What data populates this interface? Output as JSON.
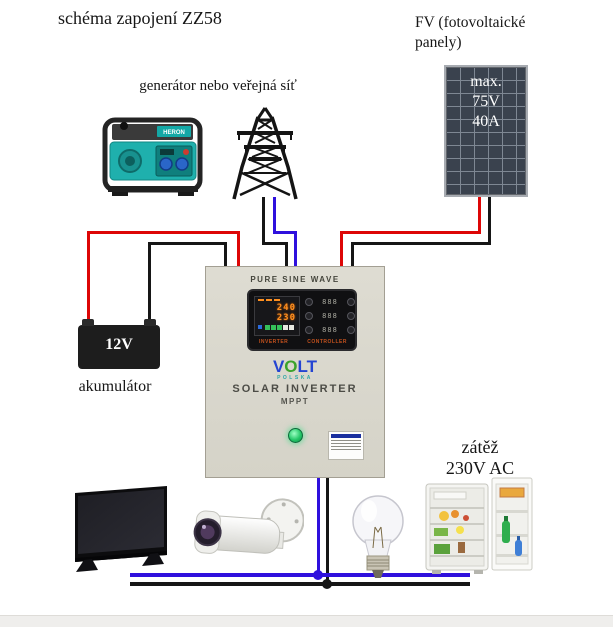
{
  "title": "schéma zapojení ZZ58",
  "source_labels": {
    "generator_caption": "generátor nebo veřejná síť",
    "pv_caption_line1": "FV (fotovoltaické",
    "pv_caption_line2": "panely)",
    "generator_brand": "HERON"
  },
  "solar_panel": {
    "line1": "max.",
    "line2": "75V",
    "line3": "40A"
  },
  "battery": {
    "voltage": "12V",
    "caption": "akumulátor"
  },
  "load": {
    "line1": "zátěž",
    "line2": "230V AC"
  },
  "inverter": {
    "header": "PURE SINE WAVE",
    "display": {
      "inverter_value_top": "240",
      "inverter_value_bottom": "230",
      "controller_rows": [
        "888",
        "888",
        "888"
      ],
      "inverter_label": "INVERTER",
      "controller_label": "CONTROLLER"
    },
    "brand": {
      "v": "V",
      "o": "O",
      "lt": "LT",
      "sub": "POLSKA"
    },
    "product_line1": "SOLAR INVERTER",
    "product_line2": "MPPT"
  },
  "colors": {
    "wire_red": "#dd0606",
    "wire_black": "#161616",
    "wire_blue": "#2f10dd",
    "inverter_body": "#d7d5ca",
    "panel_navy": "#3a424e",
    "generator_teal": "#1fb0ad",
    "led_green": "#25c768",
    "volt_blue": "#2444d2",
    "volt_green": "#3ba32c",
    "display_digit_orange": "#ff9020"
  }
}
